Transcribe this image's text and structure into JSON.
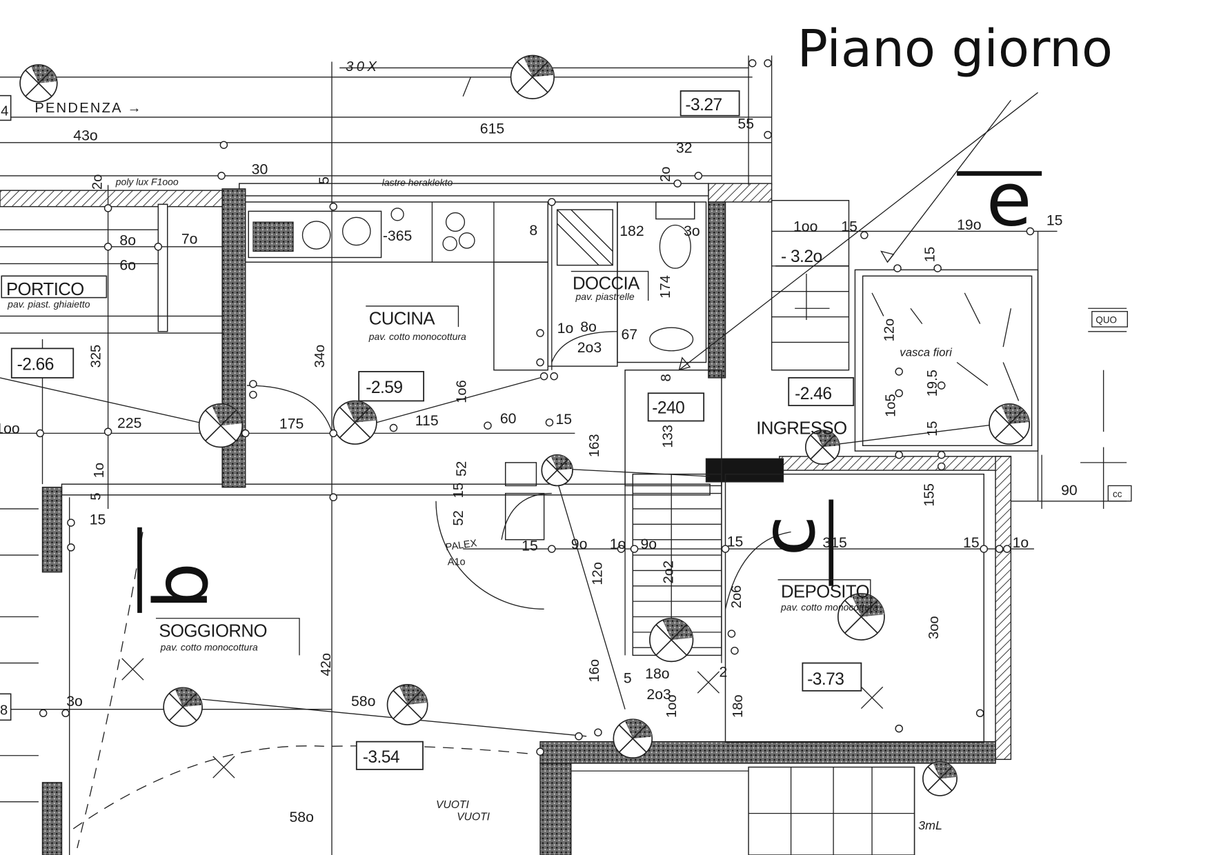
{
  "title": "Piano giorno",
  "section_marks": {
    "b": "b",
    "c": "c",
    "e": "e"
  },
  "rooms": {
    "portico": {
      "name": "PORTICO",
      "floor": "pav. piast. ghiaietto"
    },
    "cucina": {
      "name": "CUCINA",
      "floor": "pav. cotto monocottura"
    },
    "doccia": {
      "name": "DOCCIA",
      "floor": "pav. piastrelle"
    },
    "ingresso": {
      "name": "INGRESSO"
    },
    "soggiorno": {
      "name": "SOGGIORNO",
      "floor": "pav. cotto monocottura"
    },
    "deposito": {
      "name": "DEPOSITO",
      "floor": "pav. cotto monocottura"
    },
    "vasca": {
      "name": "vasca fiori"
    }
  },
  "levels": {
    "l1": "-3.27",
    "l2": "-2.66",
    "l3": "-2.59",
    "l4": "-240",
    "l5": "-2.46",
    "l6": "- 3.2o",
    "l7": "-3.73",
    "l8": "-3.54"
  },
  "notes": {
    "pendenza": "PENDENZA →",
    "scale": "30X",
    "polylux": "poly lux F1ooo",
    "lastre": "lastre heraklekto",
    "palex": "PALEX",
    "palex_code": "A1o",
    "vuoti_1": "VUOTI",
    "vuoti_2": "VUOTI",
    "ml": "3mL",
    "quo": "QUO",
    "edge_4": "4",
    "edge_8": "8",
    "cc": "cc"
  },
  "dimensions": [
    "43o",
    "615",
    "55",
    "32",
    "2o",
    "30",
    "2o",
    "5",
    "8o",
    "6o",
    "7o",
    "-365",
    "8",
    "182",
    "3o",
    "174",
    "1o",
    "8o",
    "2o3",
    "67",
    "325",
    "34o",
    "1o6",
    "1oo",
    "225",
    "175",
    "115",
    "60",
    "15",
    "1o",
    "5",
    "15",
    "52",
    "15",
    "52",
    "163",
    "8",
    "133",
    "1oo",
    "15",
    "19o",
    "15",
    "15",
    "12o",
    "1o5",
    "19.5",
    "15",
    "155",
    "90",
    "15",
    "9o",
    "1o",
    "9o",
    "15",
    "315",
    "15",
    "1o",
    "12o",
    "2o2",
    "2o6",
    "3oo",
    "42o",
    "16o",
    "5",
    "18o",
    "2",
    "2o3",
    "1oo",
    "18o",
    "3o",
    "58o",
    "58o"
  ]
}
